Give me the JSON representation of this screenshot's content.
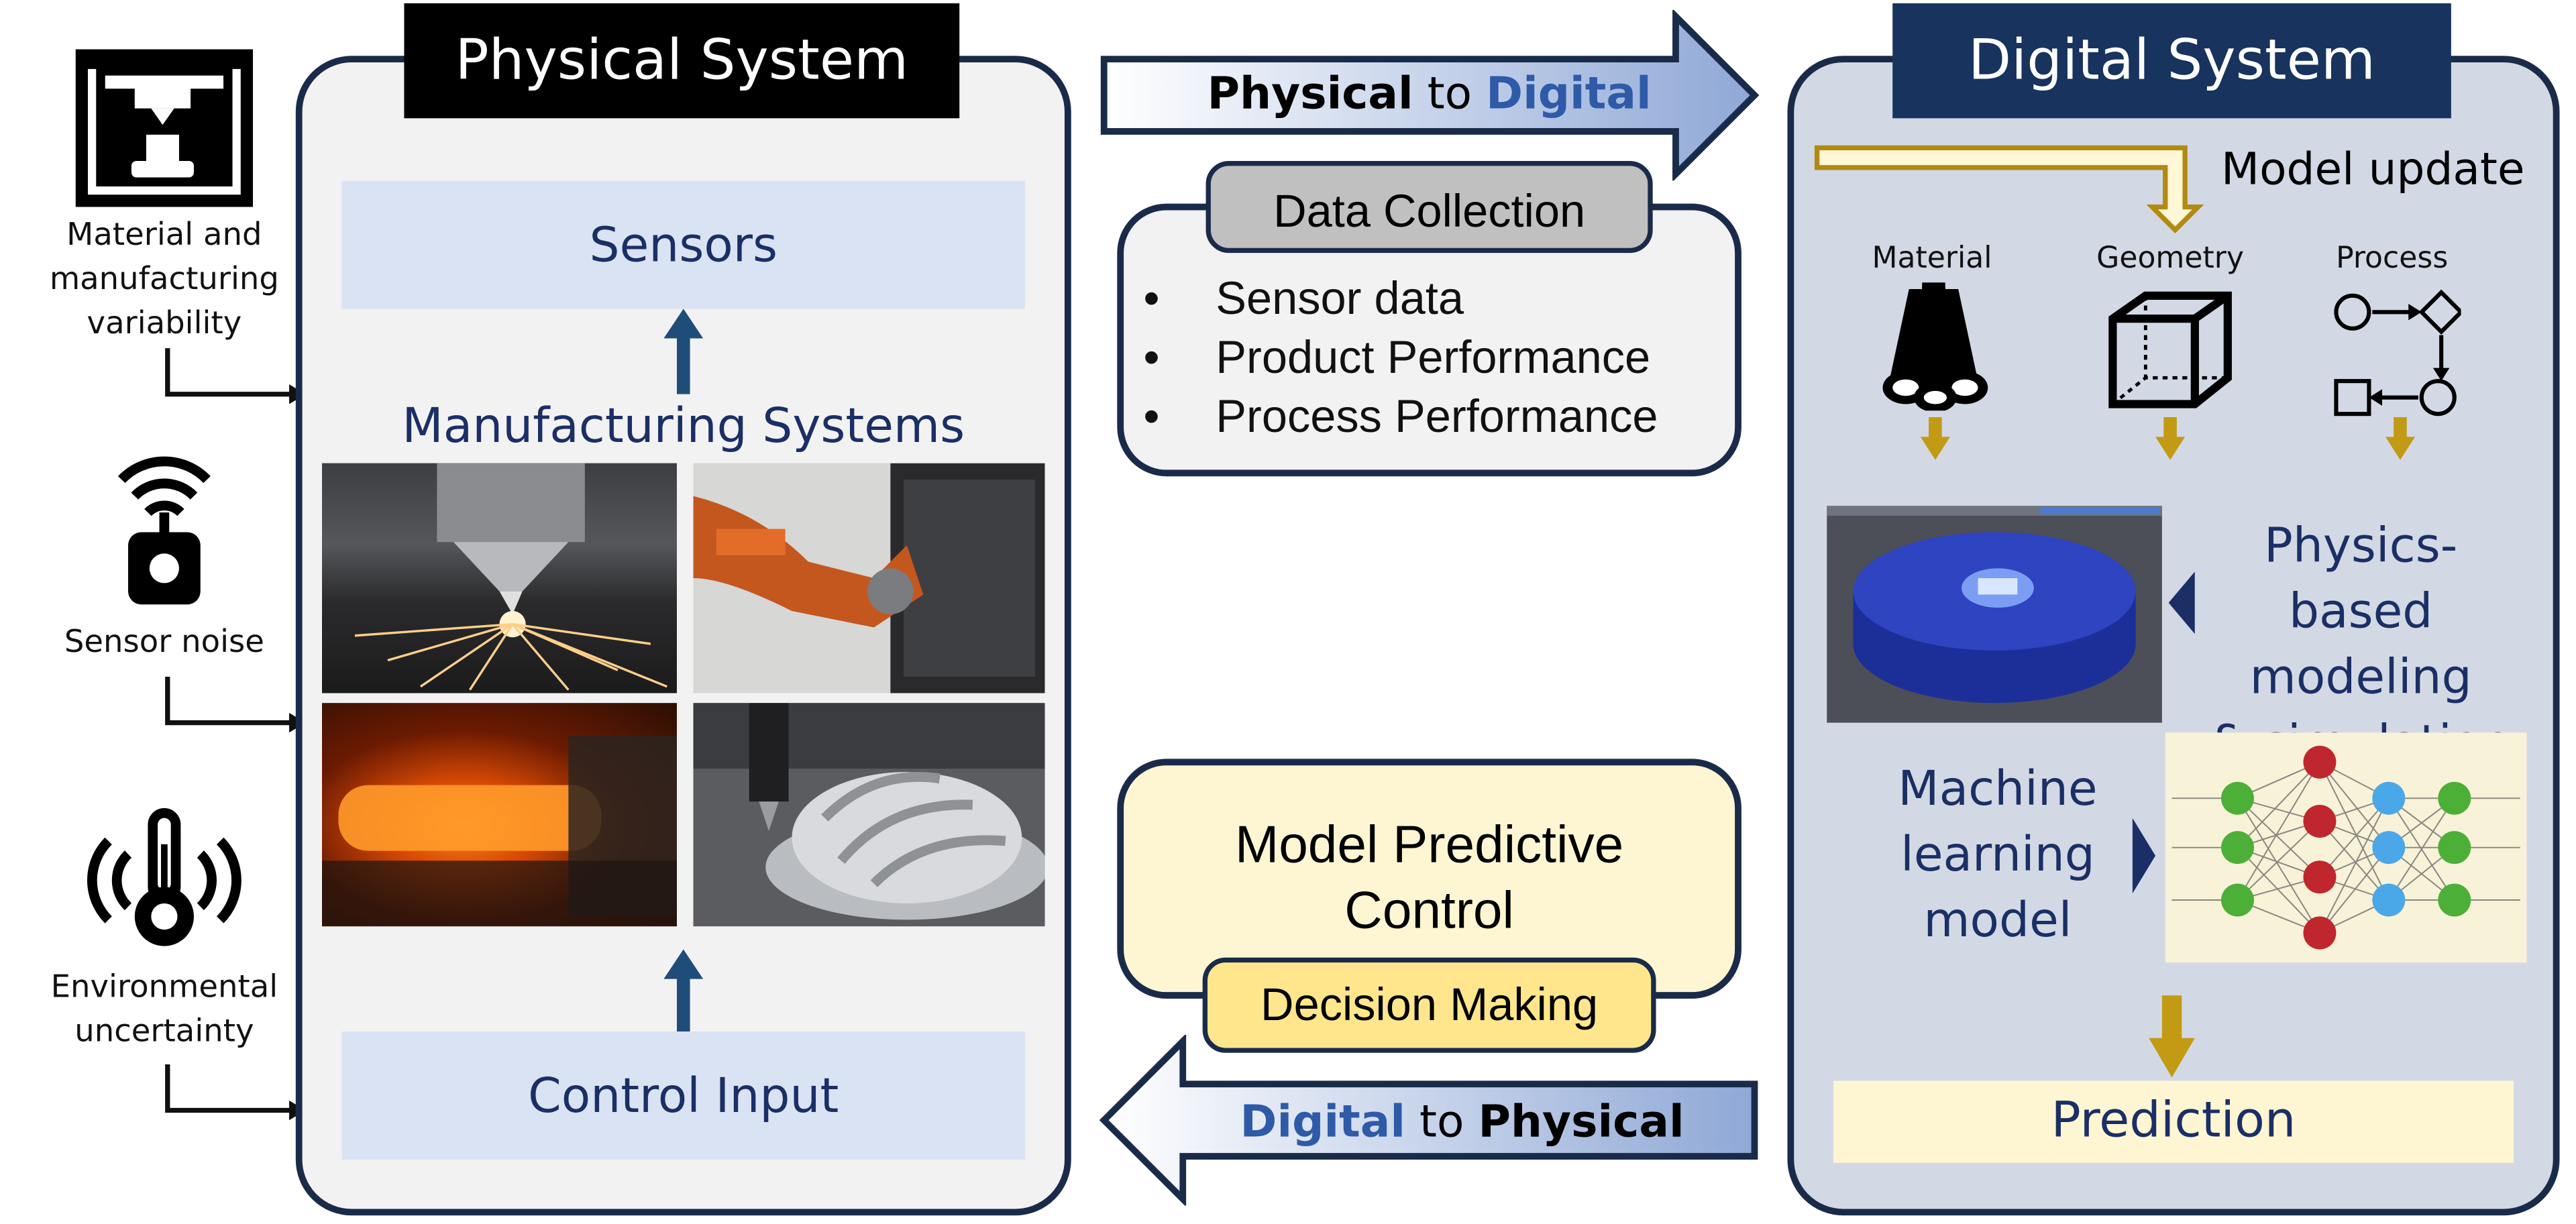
{
  "left_factors": {
    "material": "Material and\nmanufacturing\nvariability",
    "sensor": "Sensor noise",
    "environment": "Environmental\nuncertainty"
  },
  "physical": {
    "title": "Physical System",
    "sensors": "Sensors",
    "manufacturing": "Manufacturing Systems",
    "control": "Control Input"
  },
  "middle": {
    "p2d_bold": "Physical",
    "p2d_to": " to ",
    "p2d_blue": "Digital",
    "data_collection": "Data Collection",
    "bullets": [
      "Sensor data",
      "Product Performance",
      "Process Performance"
    ],
    "mpc": "Model Predictive\nControl",
    "decision": "Decision Making",
    "d2p_blue": "Digital",
    "d2p_to": " to ",
    "d2p_bold": "Physical"
  },
  "digital": {
    "title": "Digital System",
    "model_update": "Model update",
    "material": "Material",
    "geometry": "Geometry",
    "process": "Process",
    "physics": "Physics-based\nmodeling\n& simulation",
    "ml": "Machine\nlearning\nmodel",
    "prediction": "Prediction"
  },
  "colors": {
    "navy": "#1a2b4a",
    "title_dark": "#0c1a33",
    "accent_blue": "#2e5aa8",
    "gold": "#c29a14",
    "light_blue_box": "#dae3f3",
    "cream": "#fef6d3"
  }
}
